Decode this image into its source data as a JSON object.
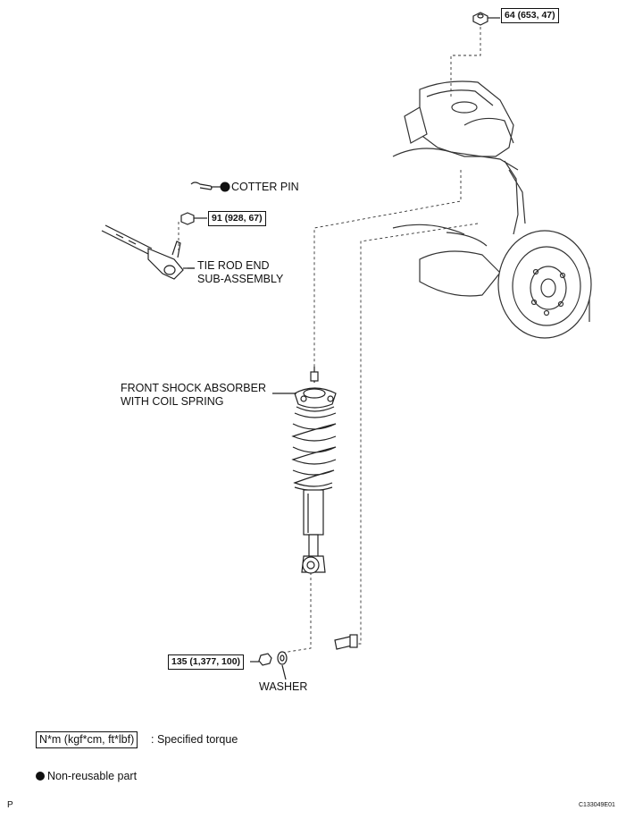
{
  "torques": {
    "top_nut": "64 (653, 47)",
    "tie_rod_nut": "91 (928, 67)",
    "lower_bolt": "135 (1,377, 100)"
  },
  "labels": {
    "cotter_pin": "COTTER PIN",
    "tie_rod_line1": "TIE ROD END",
    "tie_rod_line2": "SUB-ASSEMBLY",
    "shock_line1": "FRONT SHOCK ABSORBER",
    "shock_line2": "WITH COIL SPRING",
    "washer": "WASHER"
  },
  "legend": {
    "torque_units": "N*m (kgf*cm, ft*lbf)",
    "torque_desc": ": Specified torque",
    "nonreusable": "Non-reusable part"
  },
  "footer": {
    "left_mark": "P",
    "code": "C133049E01"
  }
}
